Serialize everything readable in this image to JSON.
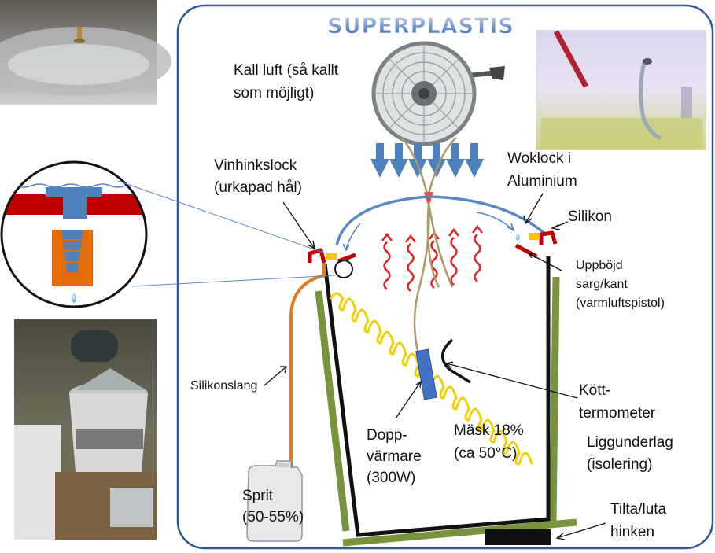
{
  "title": "SUPERPLASTIS",
  "colors": {
    "frame": "#2f5597",
    "lid": "#5b87c5",
    "bucket": "#111111",
    "insulation": "#77933c",
    "hose": "#e07b1f",
    "rim": "#c00000",
    "silicone": "#ffc000",
    "mash_foam": "#f2d000",
    "heat_waves": "#e02020",
    "air_arrows": "#4f81bd",
    "heater": "#4472c4",
    "heater_wire": "#a89a6c",
    "thermometer": "#111111",
    "tilt_block": "#111111",
    "detail_insert": "#4f81bd",
    "detail_base": "#e36c09",
    "drop": "#5bb2e8"
  },
  "labels": {
    "cold_air_line1": "Kall luft (så kallt",
    "cold_air_line2": "som möjligt)",
    "wine_lid_line1": "Vinhinkslock",
    "wine_lid_line2": "(urkapad hål)",
    "wok_lid_line1": "Woklock i",
    "wok_lid_line2": "Aluminium",
    "silicone": "Silikon",
    "rim_line1": "Uppböjd",
    "rim_line2": "sarg/kant",
    "rim_line3": "(varmluftspistol)",
    "hose": "Silikonslang",
    "thermometer_line1": "Kött-",
    "thermometer_line2": "termometer",
    "heater_line1": "Dopp-",
    "heater_line2": "värmare",
    "heater_line3": "(300W)",
    "mash_line1": "Mäsk 18%",
    "mash_line2": "(ca 50°C)",
    "insulation_line1": "Liggunderlag",
    "insulation_line2": "(isolering)",
    "spirit_line1": "Sprit",
    "spirit_line2": "(50-55%)",
    "tilt_line1": "Tilta/luta",
    "tilt_line2": "hinken"
  },
  "icons": {
    "fan": "desk-fan-icon",
    "spirit_can": "jerrycan-icon",
    "drop": "condensate-drop-icon"
  }
}
